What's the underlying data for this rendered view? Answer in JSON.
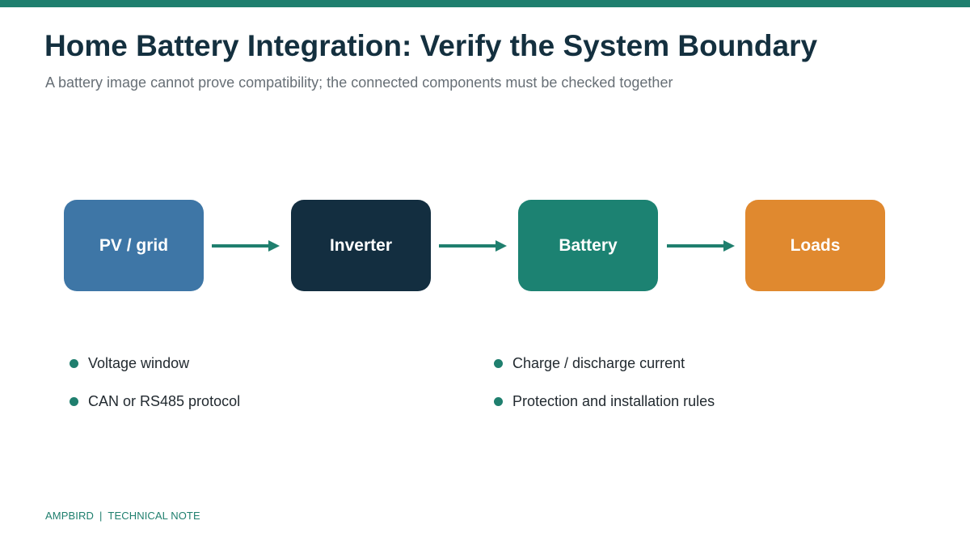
{
  "header": {
    "title": "Home Battery Integration: Verify the System Boundary",
    "subtitle": "A battery image cannot prove compatibility; the connected components must be checked together"
  },
  "flow": {
    "nodes": [
      {
        "label": "PV / grid",
        "color": "#3e76a6"
      },
      {
        "label": "Inverter",
        "color": "#132e40"
      },
      {
        "label": "Battery",
        "color": "#1c8272"
      },
      {
        "label": "Loads",
        "color": "#e0892f"
      }
    ],
    "arrow_color": "#1f7f6e"
  },
  "checks": {
    "left": [
      "Voltage window",
      "CAN or RS485 protocol"
    ],
    "right": [
      "Charge / discharge current",
      "Protection and installation rules"
    ],
    "bullet_color": "#1f7f6e"
  },
  "footer": {
    "brand": "AMPBIRD",
    "separator": "|",
    "label": "TECHNICAL NOTE"
  },
  "theme": {
    "accent": "#1f7f6e",
    "title_color": "#14303f",
    "subtitle_color": "#676f76"
  }
}
